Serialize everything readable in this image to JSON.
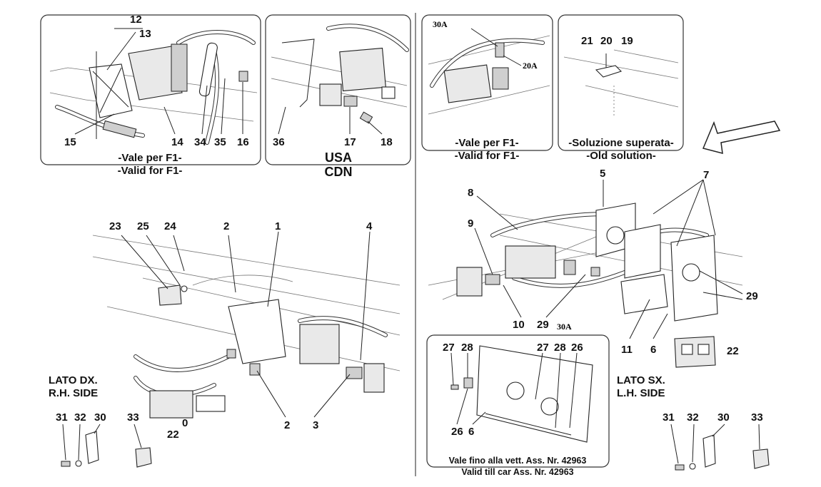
{
  "panels": {
    "top_left_1": {
      "caption_it": "-Vale per F1-",
      "caption_en": "-Valid for F1-",
      "callouts": [
        "12",
        "13",
        "15",
        "14",
        "34",
        "35",
        "16"
      ]
    },
    "top_left_2": {
      "caption_1": "USA",
      "caption_2": "CDN",
      "callouts": [
        "36",
        "17",
        "18"
      ]
    },
    "top_right_1": {
      "caption_it": "-Vale per F1-",
      "caption_en": "-Valid for F1-",
      "callouts": [
        "30A",
        "20A"
      ]
    },
    "top_right_2": {
      "caption_it": "-Soluzione superata-",
      "caption_en": "-Old solution-",
      "callouts": [
        "21",
        "20",
        "19"
      ]
    },
    "inset_bottom": {
      "note_it": "Vale fino alla vett. Ass. Nr. 42963",
      "note_en": "Valid till car Ass. Nr. 42963",
      "callouts": [
        "27",
        "28",
        "27",
        "28",
        "26",
        "26",
        "6"
      ]
    }
  },
  "main_left": {
    "side_it": "LATO DX.",
    "side_en": "R.H. SIDE",
    "callouts": [
      "23",
      "25",
      "24",
      "2",
      "1",
      "4",
      "2",
      "3",
      "22",
      "0"
    ],
    "small_parts": [
      "31",
      "32",
      "30",
      "33"
    ]
  },
  "main_right": {
    "side_it": "LATO SX.",
    "side_en": "L.H. SIDE",
    "callouts": [
      "5",
      "7",
      "8",
      "9",
      "29",
      "10",
      "29",
      "30A",
      "11",
      "6",
      "22"
    ],
    "small_parts": [
      "31",
      "32",
      "30",
      "33"
    ]
  }
}
